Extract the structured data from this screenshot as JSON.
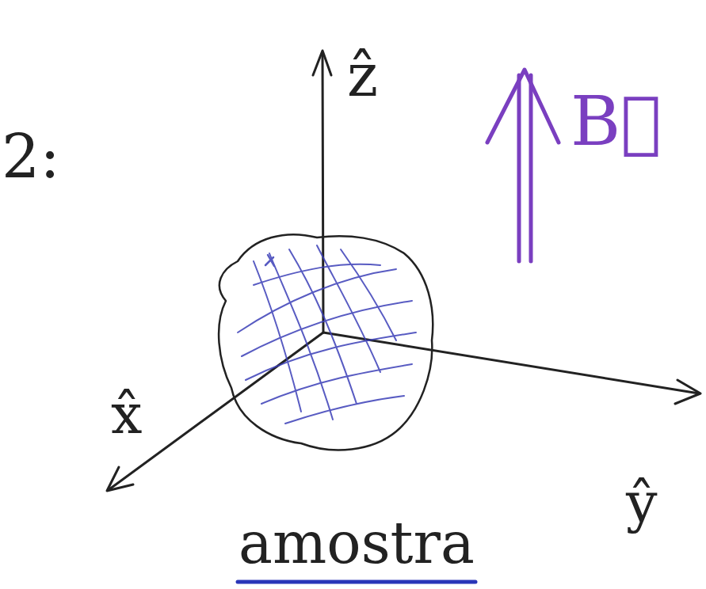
{
  "diagram": {
    "labels": [
      "2:",
      "ẑ",
      "B⃗",
      "x̂",
      "ŷ",
      "amostra"
    ]
  }
}
